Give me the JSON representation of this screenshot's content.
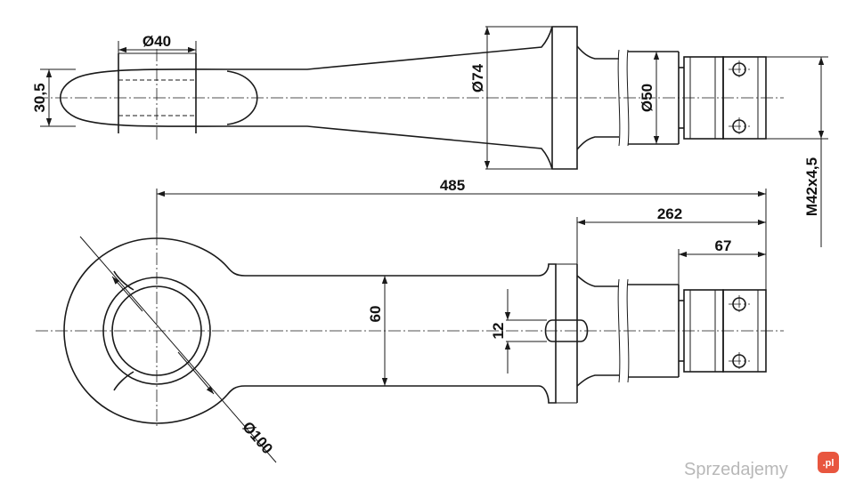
{
  "dimensions": {
    "d40": "Ø40",
    "h30_5": "30,5",
    "d74": "Ø74",
    "d50": "Ø50",
    "thread": "M42x4,5",
    "l485": "485",
    "l262": "262",
    "l67": "67",
    "h60": "60",
    "w12": "12",
    "d100": "Ø100"
  },
  "watermark": {
    "site": "Sprzedajemy",
    "badge": ".pl"
  }
}
